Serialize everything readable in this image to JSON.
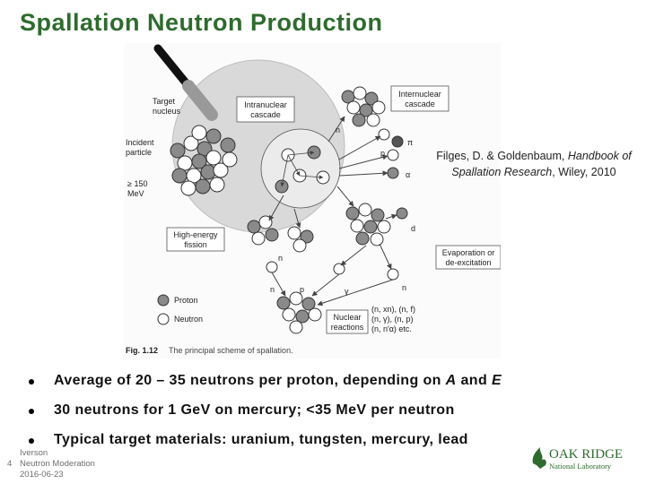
{
  "slide": {
    "title": "Spallation Neutron Production",
    "citation": {
      "before": "Filges, D. & Goldenbaum, ",
      "italic": "Handbook of Spallation Research",
      "after": ", Wiley, 2010"
    },
    "bullets": [
      {
        "before": "Average of 20 – 35 neutrons per proton, depending on ",
        "a": "A",
        "mid": " and ",
        "e": "E"
      },
      {
        "text": "30 neutrons for 1 GeV on mercury; <35 MeV per neutron"
      },
      {
        "text": "Typical target materials: uranium, tungsten, mercury, lead"
      }
    ],
    "footer": {
      "author": "Iverson",
      "page": "4",
      "course": "Neutron Moderation",
      "date": "2016-06-23"
    },
    "logo": {
      "line1": "OAK RIDGE",
      "line2": "National Laboratory",
      "color": "#2e6b2e"
    }
  },
  "figure": {
    "labels": {
      "target_nucleus": "Target nucleus",
      "intranuclear_cascade": "Intranuclear cascade",
      "internuclear_cascade": "Internuclear cascade",
      "incident_particle": "Incident particle",
      "energy": "≥ 150 MeV",
      "high_energy_fission": "High-energy fission",
      "evaporation": "Evaporation or de-excitation",
      "proton": "Proton",
      "neutron": "Neutron",
      "nuclear_reactions": "Nuclear reactions",
      "reactions_list": "(n, xn), (n, f) (n, γ), (n, p) (n, n′α) etc.",
      "caption_bold": "Fig. 1.12",
      "caption_text": "The principal scheme of spallation."
    },
    "particle_labels": {
      "n": "n",
      "p": "p",
      "pi": "π",
      "alpha": "α",
      "d": "d",
      "gamma": "γ"
    }
  }
}
